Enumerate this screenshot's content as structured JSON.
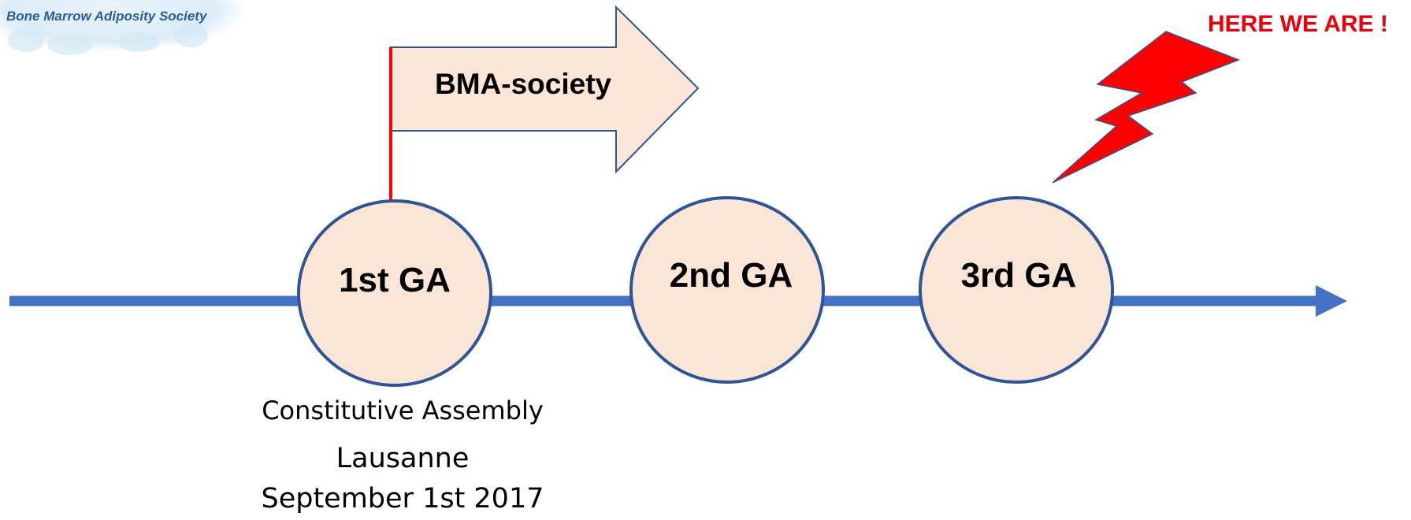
{
  "logo": {
    "text": "Bone Marrow Adiposity Society"
  },
  "arrow_banner": {
    "label": "BMA-society"
  },
  "nodes": [
    {
      "label": "1st GA"
    },
    {
      "label": "2nd GA"
    },
    {
      "label": "3rd GA"
    }
  ],
  "captions": {
    "assembly": "Constitutive Assembly",
    "location": "Lausanne",
    "date": "September 1st 2017"
  },
  "highlight": {
    "text": "HERE WE ARE !"
  },
  "colors": {
    "timeline": "#4472c4",
    "node_fill": "#fbe5d6",
    "node_stroke": "#2f5597",
    "flag_pole": "#ff0000",
    "lightning": "#ff0000",
    "highlight_text": "#e8000b"
  }
}
